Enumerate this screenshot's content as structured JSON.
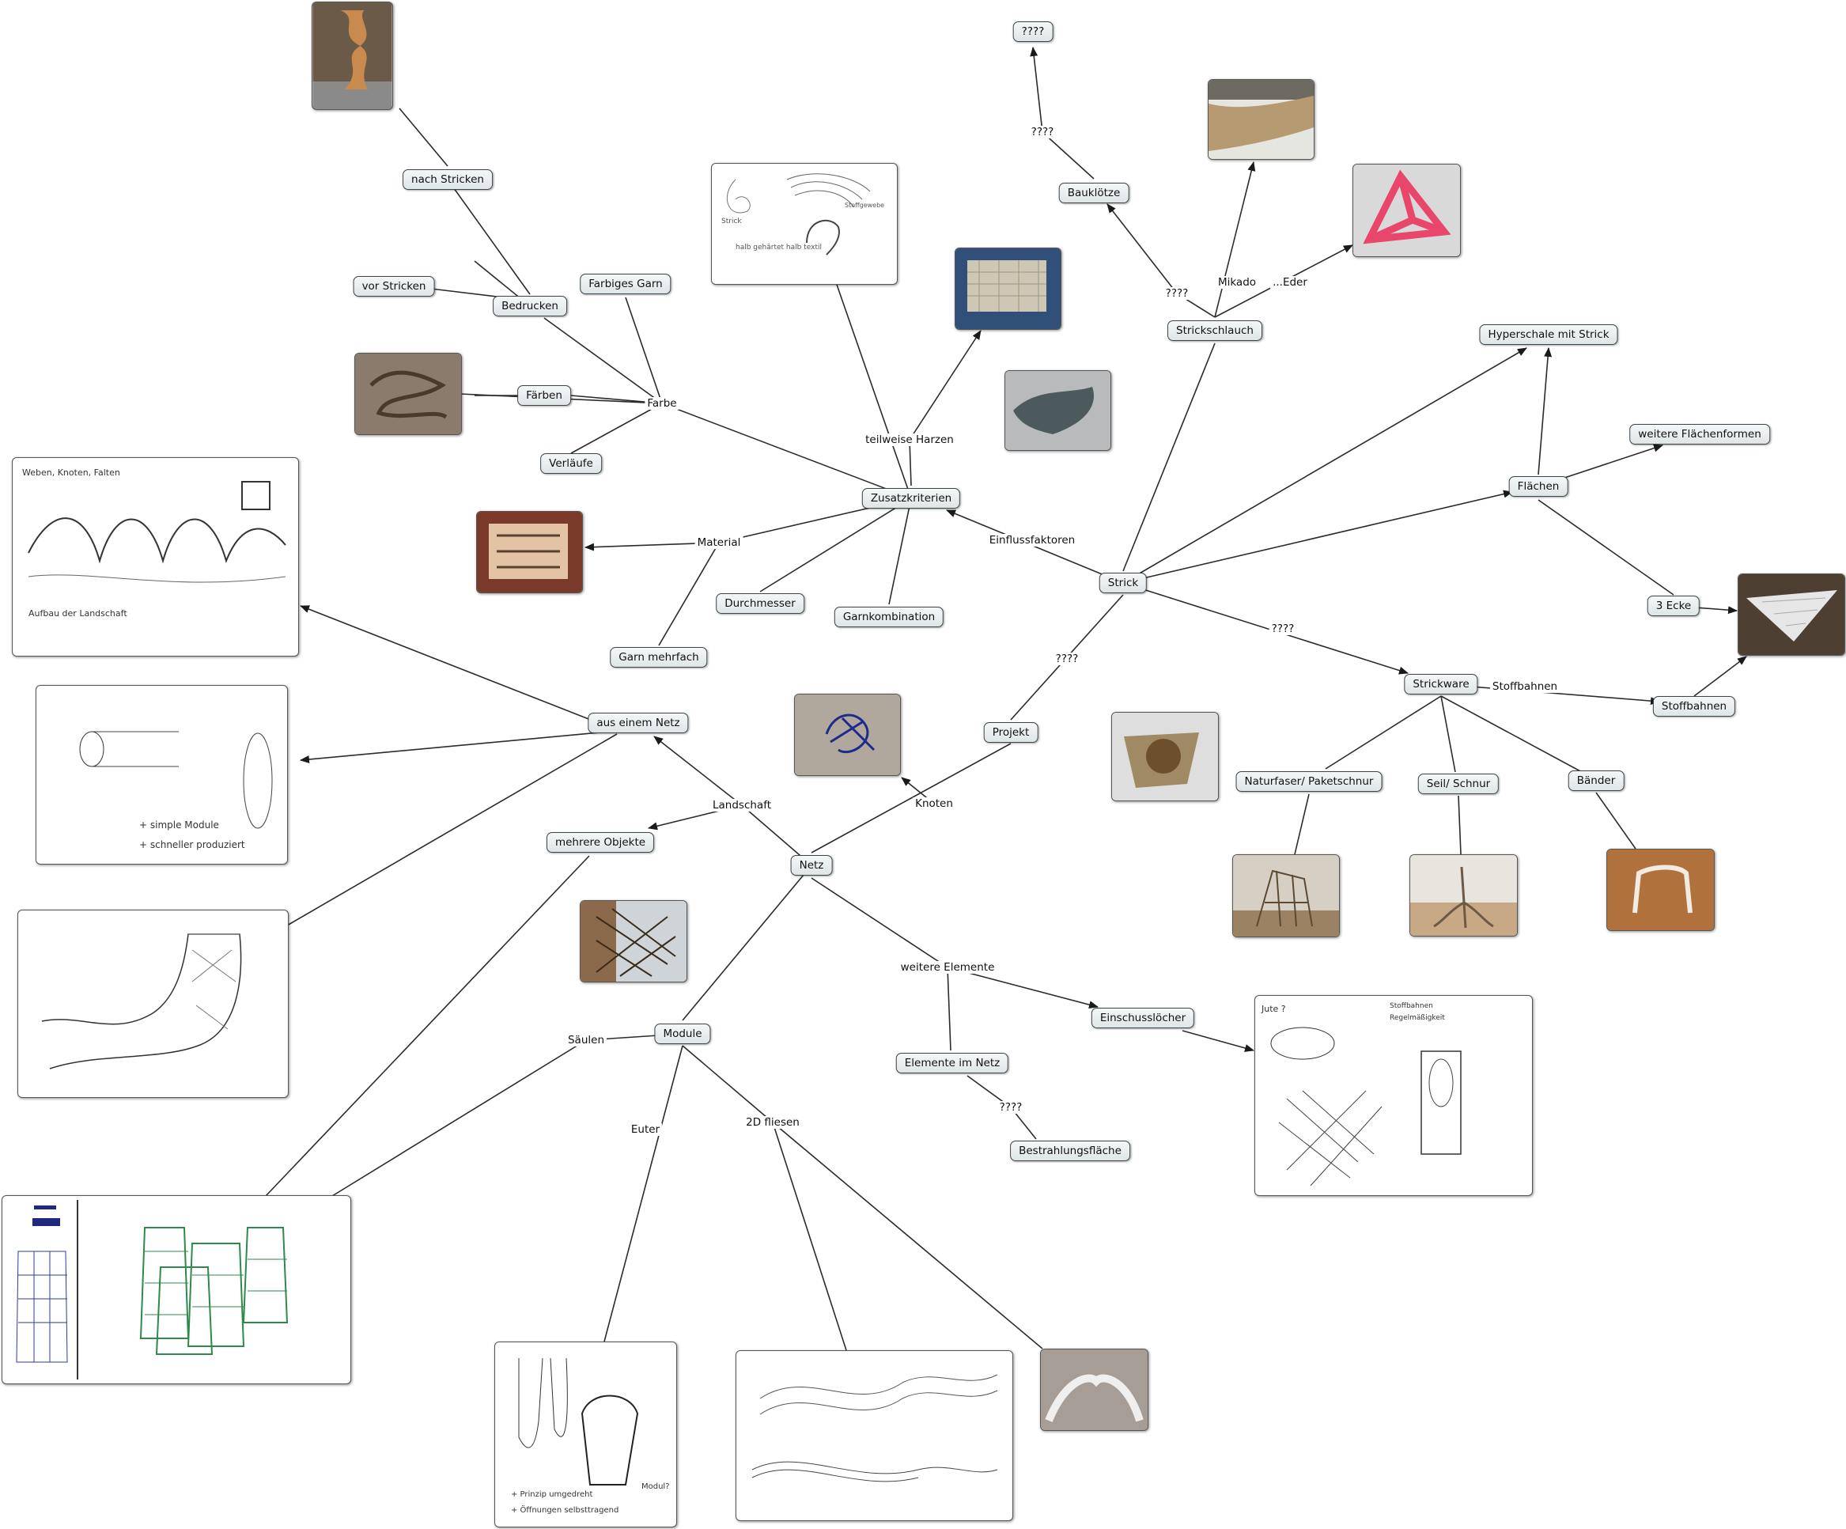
{
  "nodes": {
    "n_q1": "????",
    "n_nach_stricken": "nach Stricken",
    "n_bauklotze": "Bauklötze",
    "n_vor_stricken": "vor Stricken",
    "n_bedrucken": "Bedrucken",
    "n_farbiges_garn": "Farbiges Garn",
    "n_farben": "Färben",
    "n_verlaufe": "Verläufe",
    "n_strickschlauch": "Strickschlauch",
    "n_hyperschale": "Hyperschale mit Strick",
    "n_weitere_flachen": "weitere Flächenformen",
    "n_flachen": "Flächen",
    "n_zusatzkriterien": "Zusatzkriterien",
    "n_strick": "Strick",
    "n_3ecke": "3 Ecke",
    "n_durchmesser": "Durchmesser",
    "n_garnkombination": "Garnkombination",
    "n_garn_mehrfach": "Garn mehrfach",
    "n_strickware": "Strickware",
    "n_stoffbahnen": "Stoffbahnen",
    "n_aus_einem_netz": "aus einem Netz",
    "n_projekt": "Projekt",
    "n_naturfaser": "Naturfaser/ Paketschnur",
    "n_seil": "Seil/ Schnur",
    "n_bander": "Bänder",
    "n_mehrere_objekte": "mehrere Objekte",
    "n_netz": "Netz",
    "n_einschusslocher": "Einschusslöcher",
    "n_module": "Module",
    "n_elemente_im_netz": "Elemente im Netz",
    "n_bestrahlung": "Bestrahlungsfläche"
  },
  "labels": {
    "l_q2": "????",
    "l_q3": "????",
    "l_mikado": "Mikado",
    "l_eder": "...Eder",
    "l_farbe": "Farbe",
    "l_teilweise_harzen": "teilweise Harzen",
    "l_einflussfaktoren": "Einflussfaktoren",
    "l_material": "Material",
    "l_q4": "????",
    "l_q5": "????",
    "l_stoffbahnen": "Stoffbahnen",
    "l_landschaft": "Landschaft",
    "l_knoten": "Knoten",
    "l_weitere_elemente": "weitere Elemente",
    "l_saulen": "Säulen",
    "l_q6": "????",
    "l_euter": "Euter",
    "l_2d_fliesen": "2D fliesen"
  },
  "images": {
    "i_knit_tower": "photo-icon",
    "i_sand_knit": "photo-icon",
    "i_pink_tetra": "photo-icon",
    "i_sketch_shells": "sketch-icon",
    "i_lattice_panel": "photo-icon",
    "i_grey_knit": "photo-icon",
    "i_brown_loops": "photo-icon",
    "i_sketch_landscape": "sketch-icon",
    "i_woven_frame": "photo-icon",
    "i_sketch_tubes": "sketch-icon",
    "i_blue_knots": "photo-icon",
    "i_burlap": "photo-icon",
    "i_net_frame": "photo-icon",
    "i_sketch_tube_shape": "sketch-icon",
    "i_wire_sculpture": "photo-icon",
    "i_rope_tree": "photo-icon",
    "i_ribbon_arch": "photo-icon",
    "i_sketch_mesh": "sketch-icon",
    "i_sketch_columns": "sketch-icon",
    "i_sketch_udder": "sketch-icon",
    "i_sketch_waves": "sketch-icon",
    "i_white_fold": "photo-icon",
    "i_white_triangle": "photo-icon"
  },
  "sketch_text": {
    "landscape_top": "Weben, Knoten, Falten",
    "landscape_bottom": "Aufbau der Landschaft",
    "tubes_line1": "+ simple Module",
    "tubes_line2": "+ schneller produziert",
    "udder_line1": "+ Prinzip umgedreht",
    "udder_line2": "+ Öffnungen selbsttragend",
    "udder_side": "Modul?",
    "mesh_left": "Jute ?",
    "mesh_right1": "Stoffbahnen",
    "mesh_right2": "Regelmäßigkeit",
    "shells_a": "Strick",
    "shells_b": "halb gehärtet halb textil",
    "shells_c": "Stoffgewebe"
  },
  "colors": {
    "node_fill": "#e6ecee",
    "node_border": "#3d4548",
    "link": "#2b2b2b"
  }
}
